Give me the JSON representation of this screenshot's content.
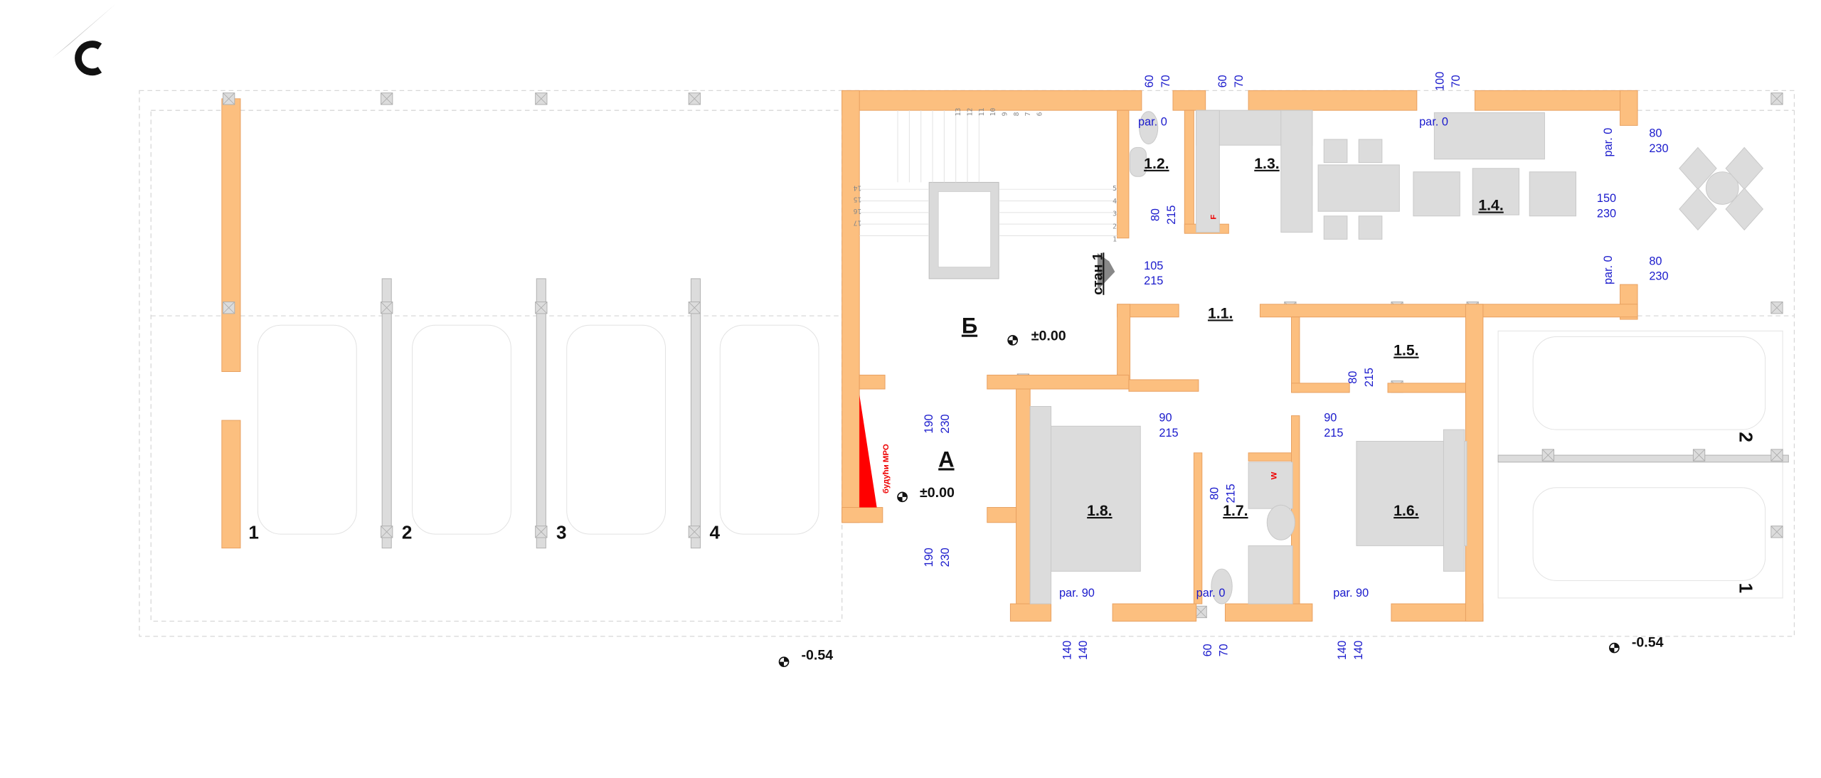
{
  "plan": {
    "rooms": {
      "r11": "1.1.",
      "r12": "1.2.",
      "r13": "1.3.",
      "r14": "1.4.",
      "r15": "1.5.",
      "r16": "1.6.",
      "r17": "1.7.",
      "r18": "1.8."
    },
    "zones": {
      "b": "Б",
      "a": "А"
    },
    "unit_label": "стан 1",
    "future_label": "будући МРО",
    "levels": {
      "b": "±0.00",
      "a": "±0.00",
      "left": "-0.54",
      "right": "-0.54"
    },
    "dimensions": {
      "top1": [
        "60",
        "70"
      ],
      "top2": [
        "60",
        "70"
      ],
      "top3": [
        "100",
        "70"
      ],
      "bath12_door": [
        "80",
        "215"
      ],
      "entry_door": [
        "105",
        "215"
      ],
      "win_r1": [
        "80",
        "230"
      ],
      "win_r2": [
        "150",
        "230"
      ],
      "win_r3": [
        "80",
        "230"
      ],
      "door_a1": [
        "190",
        "230"
      ],
      "door_a2": [
        "190",
        "230"
      ],
      "door15": [
        "80",
        "215"
      ],
      "door18": [
        "90",
        "215"
      ],
      "door16": [
        "90",
        "215"
      ],
      "door17": [
        "80",
        "215"
      ],
      "bot1": [
        "140",
        "140"
      ],
      "bot2": [
        "60",
        "70"
      ],
      "bot3": [
        "140",
        "140"
      ]
    },
    "parapets": {
      "p12": "par. 0",
      "p14": "par. 0",
      "pr1": "par. 0",
      "pr2": "par. 0",
      "p18": "par. 90",
      "p17": "par. 0",
      "p16": "par. 90"
    },
    "fixtures": {
      "fridge": "F",
      "washer": "W"
    },
    "axes_left": [
      "1",
      "2",
      "3",
      "4"
    ],
    "axes_right": [
      "2",
      "1"
    ],
    "stair_numbers": [
      "1",
      "2",
      "3",
      "4",
      "5",
      "6",
      "7",
      "8",
      "9",
      "10",
      "11",
      "12",
      "13",
      "14",
      "15",
      "16",
      "17"
    ]
  }
}
